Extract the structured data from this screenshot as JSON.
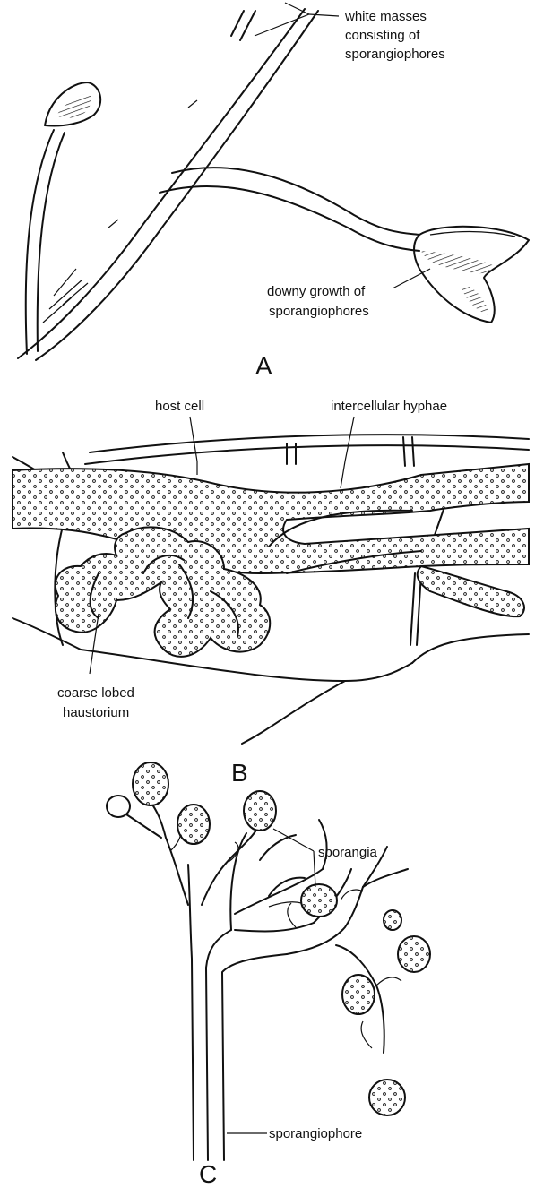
{
  "panel_a": {
    "letter": "A",
    "label_white_masses_1": "white masses",
    "label_white_masses_2": "consisting of",
    "label_white_masses_3": "sporangiophores",
    "label_downy_1": "downy growth of",
    "label_downy_2": "sporangiophores"
  },
  "panel_b": {
    "letter": "B",
    "label_host_cell": "host cell",
    "label_intercellular": "intercellular hyphae",
    "label_haustorium_1": "coarse lobed",
    "label_haustorium_2": "haustorium"
  },
  "panel_c": {
    "letter": "C",
    "label_sporangia": "sporangia",
    "label_sporangiophore": "sporangiophore"
  },
  "colors": {
    "ink": "#111111",
    "paper": "#ffffff"
  }
}
